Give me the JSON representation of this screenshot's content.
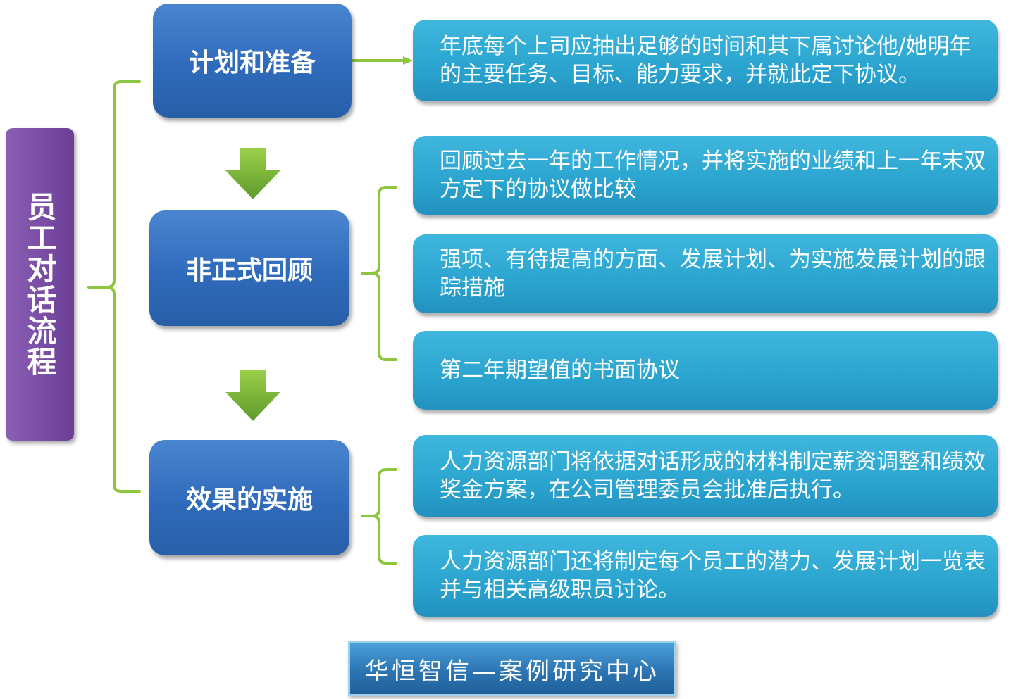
{
  "title": "员工对话流程",
  "stages": [
    {
      "label": "计划和准备"
    },
    {
      "label": "非正式回顾"
    },
    {
      "label": "效果的实施"
    }
  ],
  "details": [
    "年底每个上司应抽出足够的时间和其下属讨论他/她明年的主要任务、目标、能力要求，并就此定下协议。",
    "回顾过去一年的工作情况，并将实施的业绩和上一年末双方定下的协议做比较",
    "强项、有待提高的方面、发展计划、为实施发展计划的跟踪措施",
    "第二年期望值的书面协议",
    "人力资源部门将依据对话形成的材料制定薪资调整和绩效奖金方案，在公司管理委员会批准后执行。",
    "人力资源部门还将制定每个员工的潜力、发展计划一览表并与相关高级职员讨论。"
  ],
  "footer": "华恒智信—案例研究中心",
  "colors": {
    "title_bg": "#7b4fa6",
    "stage_bg": "#2f6bbb",
    "detail_bg": "#2aa4cf",
    "bracket": "#8cc63f",
    "arrow": "#7ab33e"
  }
}
